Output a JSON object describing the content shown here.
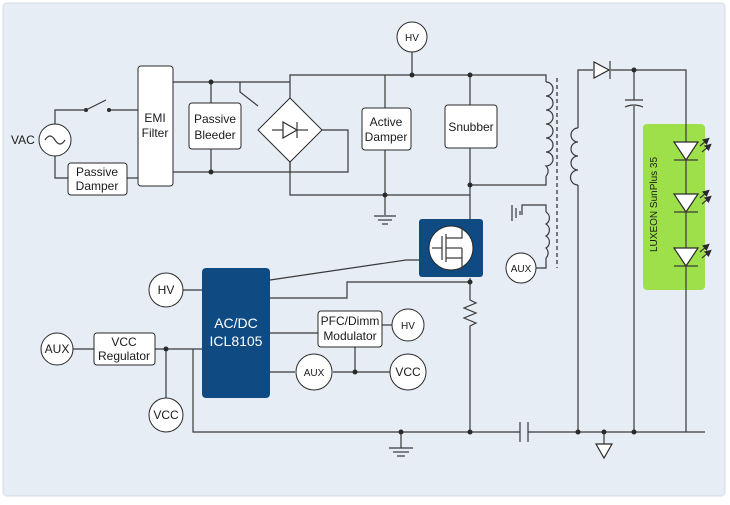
{
  "labels": {
    "vac": "VAC",
    "emi_line1": "EMI",
    "emi_line2": "Filter",
    "passive_damper_line1": "Passive",
    "passive_damper_line2": "Damper",
    "passive_bleeder_line1": "Passive",
    "passive_bleeder_line2": "Bleeder",
    "active_damper_line1": "Active",
    "active_damper_line2": "Damper",
    "snubber": "Snubber",
    "hv": "HV",
    "aux": "AUX",
    "vcc": "VCC",
    "vcc_regulator_line1": "VCC",
    "vcc_regulator_line2": "Regulator",
    "controller_line1": "AC/DC",
    "controller_line2": "ICL8105",
    "pfc_line1": "PFC/Dimm",
    "pfc_line2": "Modulator",
    "led_string": "LUXEON SunPlus 35"
  },
  "colors": {
    "background_panel": "#e6edf5",
    "controller_fill": "#0f4a82",
    "controller_text": "#ffffff",
    "led_panel": "#9ee04a",
    "led_fill": "#ffffff"
  }
}
